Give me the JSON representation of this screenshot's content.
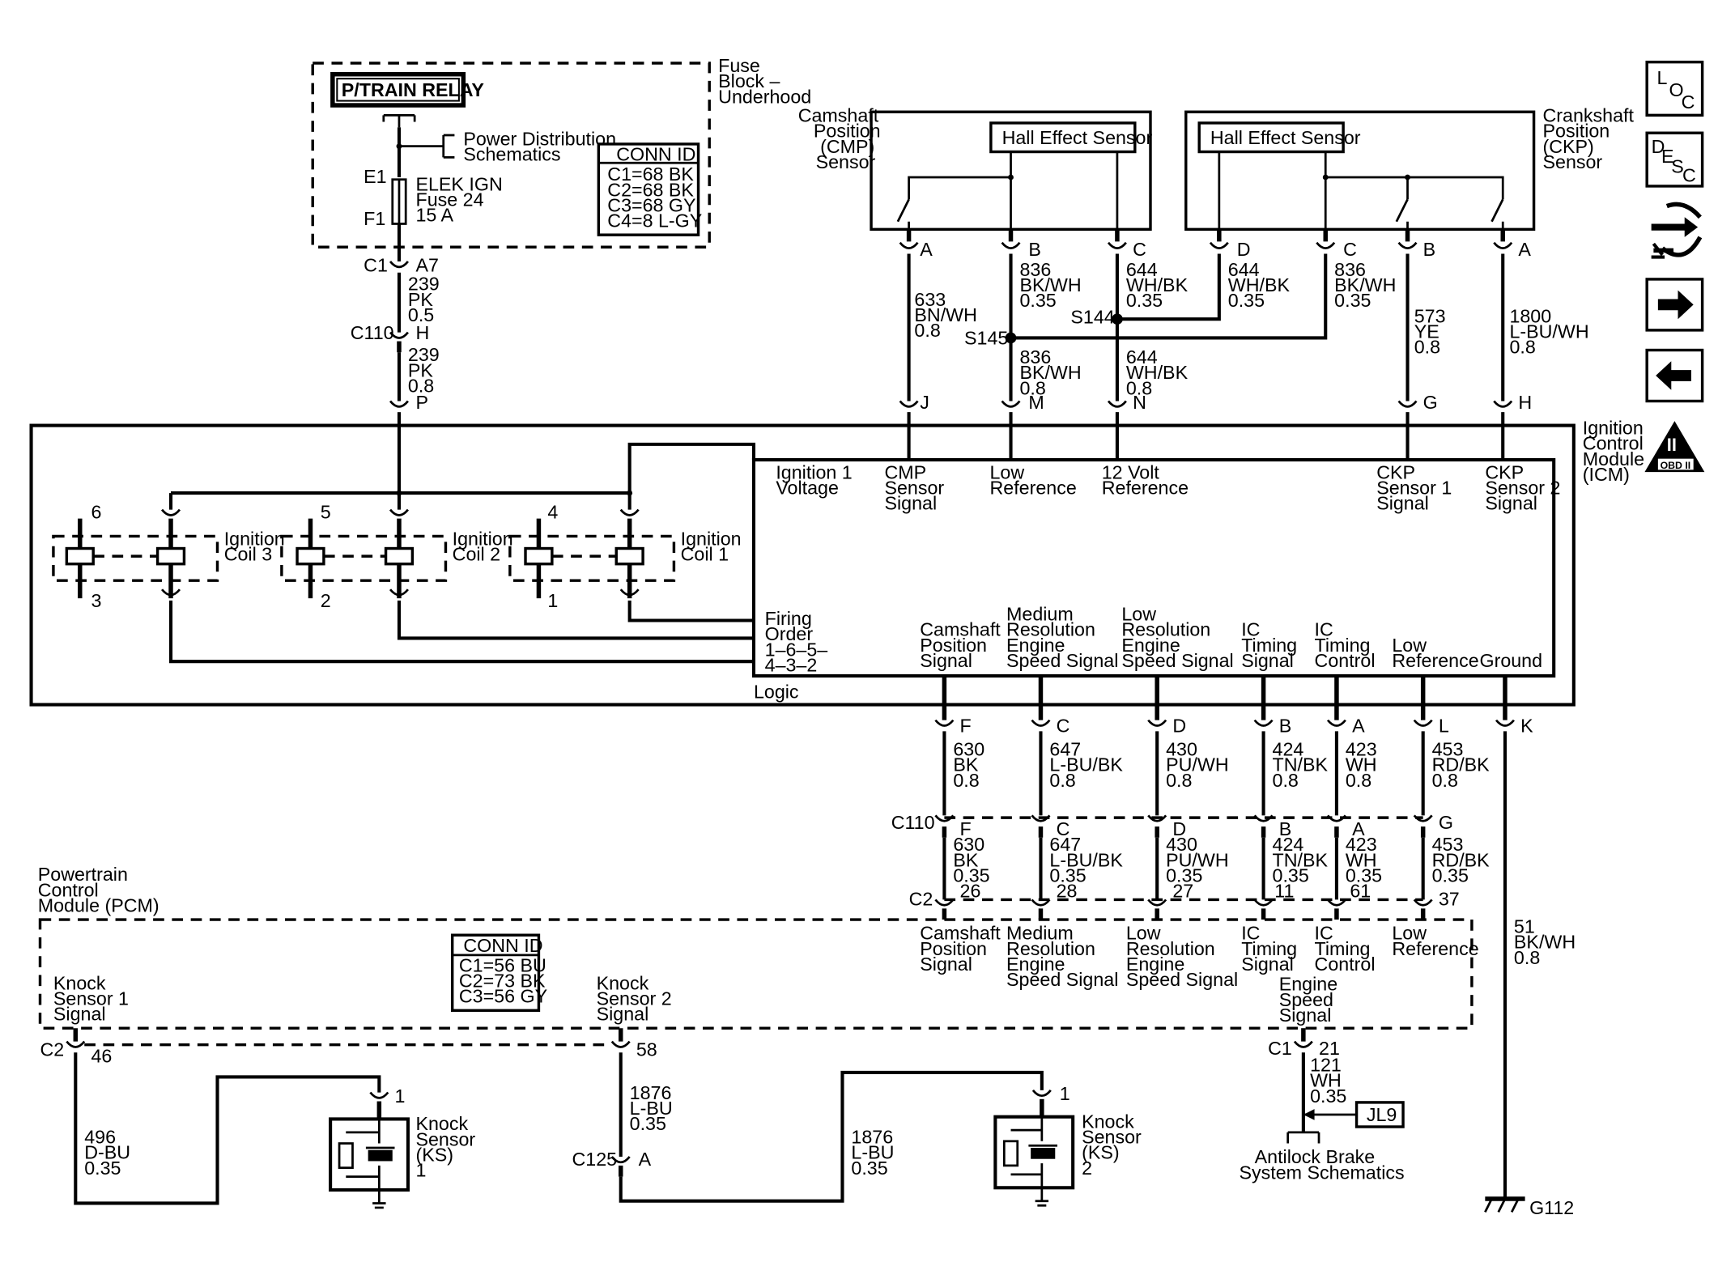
{
  "fuse_block": {
    "title": [
      "Fuse",
      "Block –",
      "Underhood"
    ],
    "relay": "P/TRAIN RELAY",
    "power_dist": [
      "Power Distribution",
      "Schematics"
    ],
    "fuse_label": [
      "ELEK IGN",
      "Fuse 24",
      "15 A"
    ],
    "e1": "E1",
    "f1": "F1",
    "conn_id": {
      "title": "CONN ID",
      "lines": [
        "C1=68 BK",
        "C2=68 BK",
        "C3=68 GY",
        "C4=8 L-GY"
      ]
    }
  },
  "cmp_sensor": {
    "title": [
      "Camshaft",
      "Position",
      "(CMP)",
      "Sensor"
    ],
    "box_label": "Hall Effect Sensor"
  },
  "ckp_sensor": {
    "title": [
      "Crankshaft",
      "Position",
      "(CKP)",
      "Sensor"
    ],
    "box_label": "Hall Effect Sensor"
  },
  "icm": {
    "title": [
      "Ignition",
      "Control",
      "Module",
      "(ICM)"
    ],
    "logic": "Logic",
    "top_labels": [
      [
        "Ignition 1",
        "Voltage"
      ],
      [
        "CMP",
        "Sensor",
        "Signal"
      ],
      [
        "Low",
        "Reference"
      ],
      [
        "12 Volt",
        "Reference"
      ],
      [
        "CKP",
        "Sensor 1",
        "Signal"
      ],
      [
        "CKP",
        "Sensor 2",
        "Signal"
      ]
    ],
    "firing_order": [
      "Firing",
      "Order",
      "1–6–5–",
      "4–3–2"
    ],
    "bottom_labels": [
      [
        "Camshaft",
        "Position",
        "Signal"
      ],
      [
        "Medium",
        "Resolution",
        "Engine",
        "Speed Signal"
      ],
      [
        "Low",
        "Resolution",
        "Engine",
        "Speed Signal"
      ],
      [
        "IC",
        "Timing",
        "Signal"
      ],
      [
        "IC",
        "Timing",
        "Control"
      ],
      [
        "Low",
        "Reference"
      ],
      [
        "Ground"
      ]
    ],
    "coils": [
      {
        "name": [
          "Ignition",
          "Coil 3"
        ],
        "top": "6",
        "bottom": "3"
      },
      {
        "name": [
          "Ignition",
          "Coil 2"
        ],
        "top": "5",
        "bottom": "2"
      },
      {
        "name": [
          "Ignition",
          "Coil 1"
        ],
        "top": "4",
        "bottom": "1"
      }
    ]
  },
  "power_wire": {
    "c1": "C1",
    "a7": "A7",
    "w1": [
      "239",
      "PK",
      "0.5"
    ],
    "c110": "C110",
    "h": "H",
    "w2": [
      "239",
      "PK",
      "0.8"
    ],
    "p": "P"
  },
  "sensor_wires": {
    "cmp_pins": [
      "A",
      "B",
      "C"
    ],
    "ckp_pins": [
      "D",
      "C",
      "B",
      "A"
    ],
    "w633": [
      "633",
      "BN/WH",
      "0.8"
    ],
    "w836a": [
      "836",
      "BK/WH",
      "0.35"
    ],
    "w644a": [
      "644",
      "WH/BK",
      "0.35"
    ],
    "w644b": [
      "644",
      "WH/BK",
      "0.35"
    ],
    "w836b": [
      "836",
      "BK/WH",
      "0.35"
    ],
    "w573": [
      "573",
      "YE",
      "0.8"
    ],
    "w1800": [
      "1800",
      "L-BU/WH",
      "0.8"
    ],
    "s144": "S144",
    "s145": "S145",
    "w836c": [
      "836",
      "BK/WH",
      "0.8"
    ],
    "w644c": [
      "644",
      "WH/BK",
      "0.8"
    ],
    "icm_pins": [
      "J",
      "M",
      "N",
      "G",
      "H"
    ]
  },
  "output_wires": {
    "icm_pins": [
      "F",
      "C",
      "D",
      "B",
      "A",
      "L",
      "K"
    ],
    "upper": [
      [
        "630",
        "BK",
        "0.8"
      ],
      [
        "647",
        "L-BU/BK",
        "0.8"
      ],
      [
        "430",
        "PU/WH",
        "0.8"
      ],
      [
        "424",
        "TN/BK",
        "0.8"
      ],
      [
        "423",
        "WH",
        "0.8"
      ],
      [
        "453",
        "RD/BK",
        "0.8"
      ]
    ],
    "c110": "C110",
    "c110_pins": [
      "F",
      "C",
      "D",
      "B",
      "A",
      "G"
    ],
    "lower": [
      [
        "630",
        "BK",
        "0.35",
        "26"
      ],
      [
        "647",
        "L-BU/BK",
        "0.35",
        "28"
      ],
      [
        "430",
        "PU/WH",
        "0.35",
        "27"
      ],
      [
        "424",
        "TN/BK",
        "0.35",
        "11"
      ],
      [
        "423",
        "WH",
        "0.35",
        "61"
      ],
      [
        "453",
        "RD/BK",
        "0.35",
        "37"
      ]
    ],
    "c2": "C2",
    "ground_wire": [
      "51",
      "BK/WH",
      "0.8"
    ],
    "g112": "G112"
  },
  "pcm": {
    "title": [
      "Powertrain",
      "Control",
      "Module (PCM)"
    ],
    "conn_id": {
      "title": "CONN ID",
      "lines": [
        "C1=56 BU",
        "C2=73 BK",
        "C3=56 GY"
      ]
    },
    "labels": [
      [
        "Camshaft",
        "Position",
        "Signal"
      ],
      [
        "Medium",
        "Resolution",
        "Engine",
        "Speed Signal"
      ],
      [
        "Low",
        "Resolution",
        "Engine",
        "Speed Signal"
      ],
      [
        "IC",
        "Timing",
        "Signal"
      ],
      [
        "IC",
        "Timing",
        "Control"
      ],
      [
        "Low",
        "Reference"
      ]
    ],
    "ks1": [
      "Knock",
      "Sensor 1",
      "Signal"
    ],
    "ks2": [
      "Knock",
      "Sensor 2",
      "Signal"
    ],
    "ess": [
      "Engine",
      "Speed",
      "Signal"
    ]
  },
  "knock": {
    "c2": "C2",
    "p46": "46",
    "p58": "58",
    "w496": [
      "496",
      "D-BU",
      "0.35"
    ],
    "w1876a": [
      "1876",
      "L-BU",
      "0.35"
    ],
    "c125": "C125",
    "a": "A",
    "w1876b": [
      "1876",
      "L-BU",
      "0.35"
    ],
    "ks1": [
      "Knock",
      "Sensor",
      "(KS)",
      "1"
    ],
    "ks2": [
      "Knock",
      "Sensor",
      "(KS)",
      "2"
    ],
    "pin1": "1"
  },
  "ess_wire": {
    "c1": "C1",
    "p21": "21",
    "w121": [
      "121",
      "WH",
      "0.35"
    ],
    "jl9": "JL9",
    "abs": [
      "Antilock Brake",
      "System Schematics"
    ]
  },
  "side_icons": {
    "loc": [
      "L",
      "O",
      "C"
    ],
    "desc": [
      "D",
      "E",
      "S",
      "C"
    ],
    "obd": [
      "II",
      "OBD II"
    ]
  }
}
